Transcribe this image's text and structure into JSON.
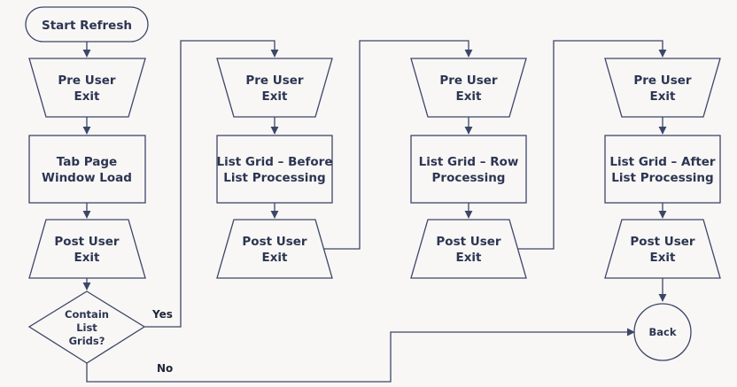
{
  "flowchart": {
    "start": "Start Refresh",
    "columns": [
      {
        "pre_exit": [
          "Pre User",
          "Exit"
        ],
        "process": [
          "Tab Page",
          "Window Load"
        ],
        "post_exit": [
          "Post User",
          "Exit"
        ]
      },
      {
        "pre_exit": [
          "Pre User",
          "Exit"
        ],
        "process": [
          "List Grid – Before",
          "List Processing"
        ],
        "post_exit": [
          "Post User",
          "Exit"
        ]
      },
      {
        "pre_exit": [
          "Pre User",
          "Exit"
        ],
        "process": [
          "List Grid – Row",
          "Processing"
        ],
        "post_exit": [
          "Post User",
          "Exit"
        ]
      },
      {
        "pre_exit": [
          "Pre User",
          "Exit"
        ],
        "process": [
          "List Grid – After",
          "List Processing"
        ],
        "post_exit": [
          "Post User",
          "Exit"
        ]
      }
    ],
    "decision": [
      "Contain",
      "List",
      "Grids?"
    ],
    "yes_label": "Yes",
    "no_label": "No",
    "end": "Back"
  }
}
